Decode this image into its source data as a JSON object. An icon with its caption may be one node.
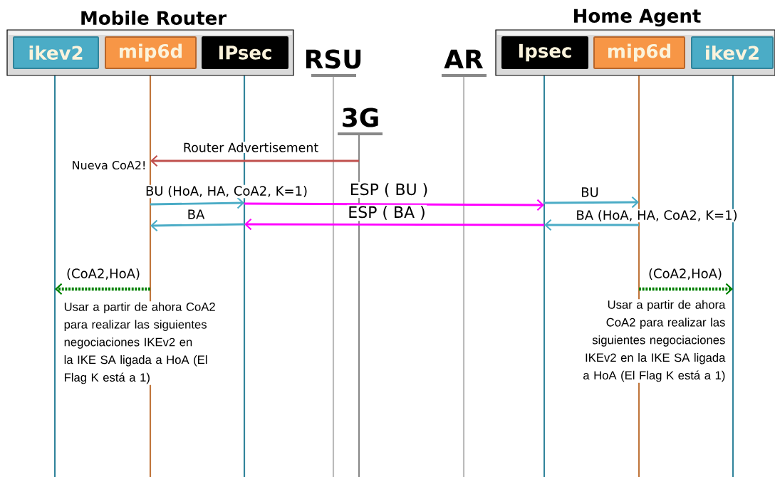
{
  "diagram": {
    "nodes": [
      {
        "text": [
          "Mobile Router"
        ]
      },
      {
        "text": [
          "ikev2"
        ],
        "in": 0
      },
      {
        "text": [
          "mip6d"
        ],
        "in": 0
      },
      {
        "text": [
          "IPsec"
        ],
        "in": 0
      },
      {
        "text": [
          "RSU"
        ]
      },
      {
        "text": [
          "3G"
        ]
      },
      {
        "text": [
          "AR"
        ]
      },
      {
        "text": [
          "Home Agent"
        ]
      },
      {
        "text": [
          "Ipsec"
        ],
        "in": 7
      },
      {
        "text": [
          "mip6d"
        ],
        "in": 7
      },
      {
        "text": [
          "ikev2"
        ],
        "in": 7
      },
      {
        "text": [],
        "shape": "line"
      },
      {
        "text": [],
        "shape": "line"
      },
      {
        "text": [],
        "shape": "line"
      },
      {
        "text": [],
        "shape": "line"
      },
      {
        "text": [],
        "shape": "line"
      },
      {
        "text": [],
        "shape": "line"
      },
      {
        "text": [],
        "shape": "line"
      },
      {
        "text": [],
        "shape": "line"
      },
      {
        "text": [],
        "shape": "line"
      }
    ],
    "edges": [
      {
        "from": 15,
        "to": 12,
        "arrow": "to",
        "label": "Router Advertisement",
        "color": "#c0504d"
      },
      {
        "from": 12,
        "to": 13,
        "arrow": "to",
        "label": "BU (HoA, HA, CoA2, K=1)",
        "color": "#4bacc6"
      },
      {
        "from": 13,
        "to": 17,
        "arrow": "to",
        "label": "ESP ( BU )",
        "color": "#ff00ff"
      },
      {
        "from": 17,
        "to": 18,
        "arrow": "to",
        "label": "BU",
        "color": "#4bacc6"
      },
      {
        "from": 18,
        "to": 17,
        "arrow": "to",
        "label": "BA (HoA, HA, CoA2, K=1)",
        "color": "#4bacc6"
      },
      {
        "from": 17,
        "to": 13,
        "arrow": "to",
        "label": "ESP ( BA )",
        "color": "#ff00ff"
      },
      {
        "from": 13,
        "to": 12,
        "arrow": "to",
        "label": "BA",
        "color": "#4bacc6"
      },
      {
        "from": 12,
        "to": 11,
        "arrow": "to",
        "label": "(CoA2,HoA)",
        "style": "dashed",
        "color": "#008000"
      },
      {
        "from": 18,
        "to": 19,
        "arrow": "to",
        "label": "(CoA2,HoA)",
        "style": "dashed",
        "color": "#008000"
      }
    ],
    "labels": [
      "Nueva CoA2!",
      "Usar a partir de ahora CoA2 para realizar las siguientes negociaciones IKEv2 en la IKE SA ligada a HoA (El Flag K está a 1)",
      "Usar a partir de ahora CoA2 para realizar las siguientes negociaciones IKEv2 en la IKE SA ligada a HoA (El Flag K está a 1)"
    ]
  }
}
